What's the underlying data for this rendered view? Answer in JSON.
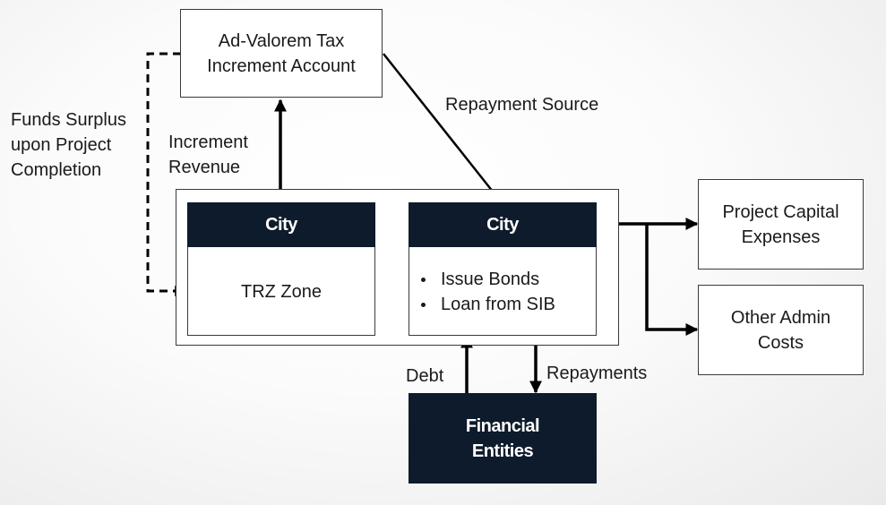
{
  "ad_valorem_box": {
    "line1": "Ad-Valorem Tax",
    "line2": "Increment Account"
  },
  "labels": {
    "repayment_source": "Repayment Source",
    "funds_surplus": [
      "Funds Surplus",
      "upon Project",
      "Completion"
    ],
    "increment_revenue": [
      "Increment",
      "Revenue"
    ],
    "debt": "Debt",
    "repayments": "Repayments"
  },
  "city_left": {
    "header": "City",
    "body": "TRZ Zone"
  },
  "city_right": {
    "header": "City",
    "bullets": [
      "Issue Bonds",
      "Loan from SIB"
    ]
  },
  "project_capital": {
    "line1": "Project Capital",
    "line2": "Expenses"
  },
  "other_admin": {
    "line1": "Other Admin",
    "line2": "Costs"
  },
  "financial_entities": {
    "line1": "Financial",
    "line2": "Entities"
  },
  "colors": {
    "dark_navy": "#0e1b2c",
    "line": "#000000"
  }
}
